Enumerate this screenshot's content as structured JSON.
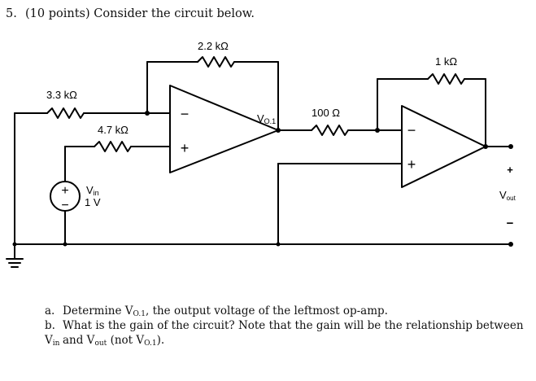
{
  "question": {
    "number": "5.",
    "text": "(10 points) Consider the circuit below."
  },
  "circuit": {
    "resistors": {
      "r_3_3k": "3.3 kΩ",
      "r_4_7k": "4.7 kΩ",
      "r_2_2k": "2.2 kΩ",
      "r_100": "100 Ω",
      "r_1k": "1 kΩ"
    },
    "source": {
      "name_main": "V",
      "name_sub": "in",
      "value": "1 V",
      "plus": "+",
      "minus": "−"
    },
    "opamp1": {
      "inv": "−",
      "noninv": "+"
    },
    "opamp2": {
      "inv": "−",
      "noninv": "+"
    },
    "node_vo1": {
      "main": "V",
      "sub": "O.1"
    },
    "output": {
      "main": "V",
      "sub": "out",
      "plus": "+",
      "minus": "−"
    }
  },
  "parts": {
    "a": {
      "letter": "a.",
      "t1": "Determine V",
      "s1": "O.1",
      "t2": ", the output voltage of the leftmost op-amp."
    },
    "b": {
      "letter": "b.",
      "t1": "What is the gain of the circuit? Note that the gain will be the relationship between V",
      "s1": "in",
      "t2": "and V",
      "s2": "out",
      "t3": " (not V",
      "s3": "O.1",
      "t4": ")."
    }
  }
}
